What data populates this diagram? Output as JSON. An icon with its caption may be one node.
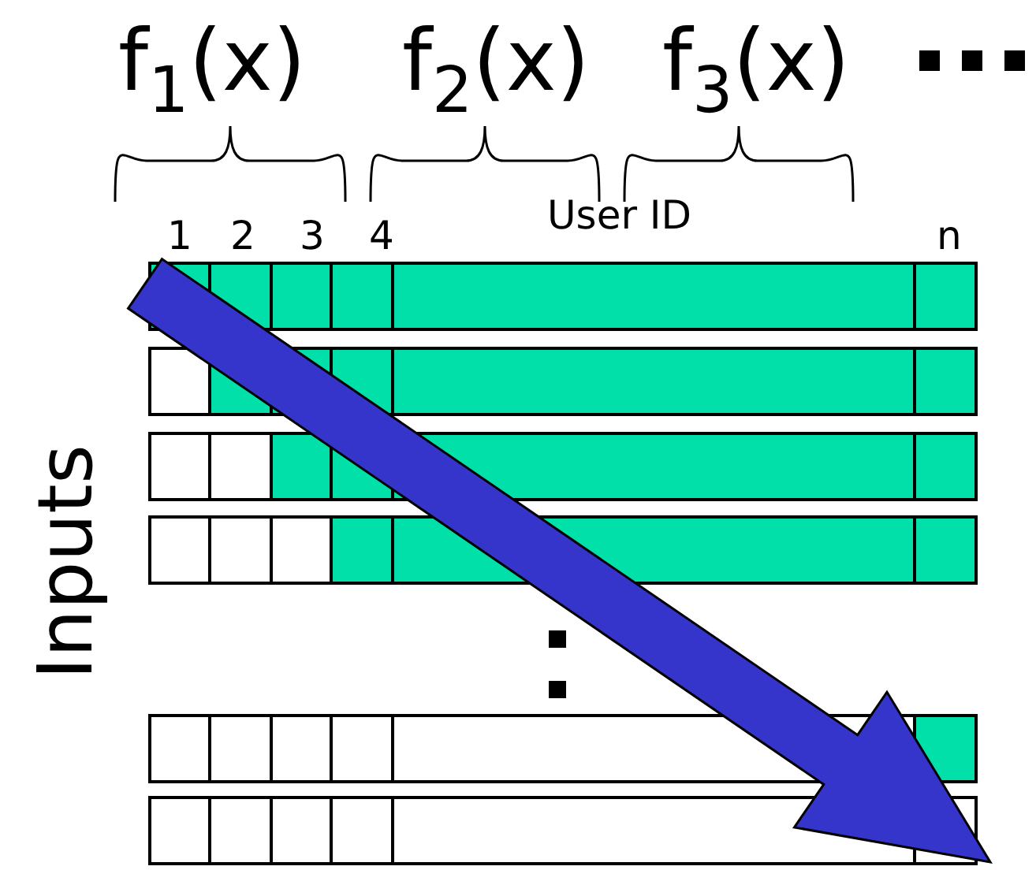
{
  "diagram": {
    "labels": [
      "f$_{1}$(x)",
      "f$_{2}$(x)",
      "f$_{3}$(x)",
      "1",
      "2",
      "3",
      "4",
      "User ID",
      "n",
      "Inputs"
    ]
  }
}
